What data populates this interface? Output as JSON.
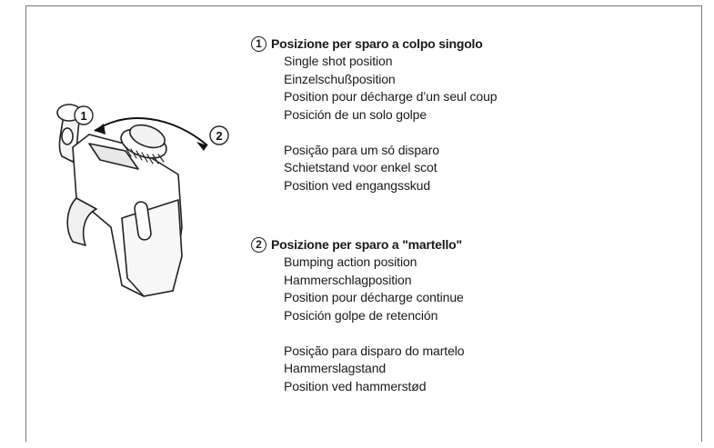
{
  "illustration": {
    "label_1": "1",
    "label_2": "2"
  },
  "sections": [
    {
      "number": "1",
      "title": "Posizione per sparo a colpo singolo",
      "lines": [
        "Single shot position",
        "Einzelschußposition",
        "Position pour décharge d’un seul coup",
        "Posición de un solo golpe",
        "",
        "Posição para um só disparo",
        "Schietstand voor enkel scot",
        "Position ved engangsskud"
      ]
    },
    {
      "number": "2",
      "title": "Posizione per sparo a \"martello\"",
      "lines": [
        "Bumping action position",
        "Hammerschlagposition",
        "Position pour décharge continue",
        "Posición golpe de retención",
        "",
        "Posição para disparo do martelo",
        "Hammerslagstand",
        "Position ved hammerstød"
      ]
    }
  ]
}
